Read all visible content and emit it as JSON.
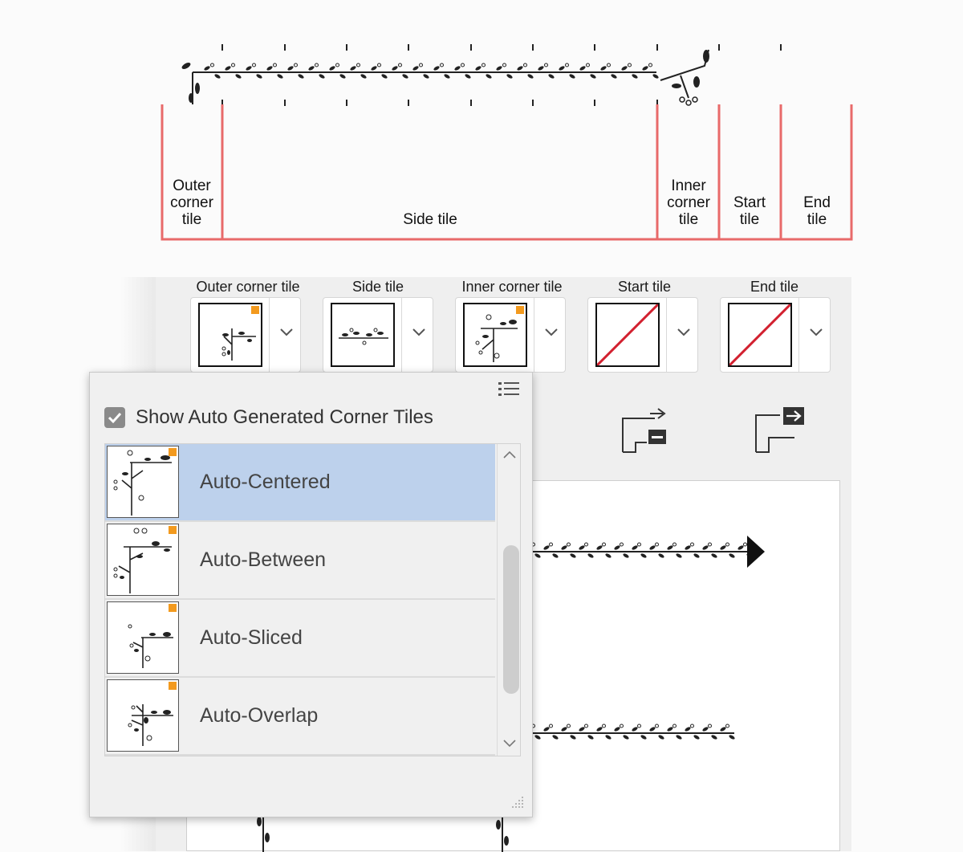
{
  "diagram": {
    "labels": {
      "outer_corner": [
        "Outer",
        "corner",
        "tile"
      ],
      "side": "Side tile",
      "inner_corner": [
        "Inner",
        "corner",
        "tile"
      ],
      "start": [
        "Start",
        "tile"
      ],
      "end": [
        "End",
        "tile"
      ]
    },
    "bracket_color": "#e86a6a"
  },
  "panel": {
    "tiles": [
      {
        "label": "Outer corner tile",
        "icon": "outer-corner-vine-icon",
        "has_marker": true
      },
      {
        "label": "Side tile",
        "icon": "side-vine-icon",
        "has_marker": false
      },
      {
        "label": "Inner corner tile",
        "icon": "inner-corner-vine-icon",
        "has_marker": true
      },
      {
        "label": "Start tile",
        "icon": "none-tile-icon",
        "has_marker": false
      },
      {
        "label": "End tile",
        "icon": "none-tile-icon",
        "has_marker": false
      }
    ],
    "buttons": [
      {
        "icon": "spacing-decrease-icon"
      },
      {
        "icon": "spacing-increase-icon"
      }
    ],
    "accent_color": "#f39a1e"
  },
  "popup": {
    "checkbox": {
      "label": "Show Auto Generated Corner Tiles",
      "checked": true
    },
    "menu_icon": "list-menu-icon",
    "options": [
      {
        "label": "Auto-Centered",
        "selected": true
      },
      {
        "label": "Auto-Between",
        "selected": false
      },
      {
        "label": "Auto-Sliced",
        "selected": false
      },
      {
        "label": "Auto-Overlap",
        "selected": false
      }
    ],
    "selection_color": "#bdd1ec"
  }
}
